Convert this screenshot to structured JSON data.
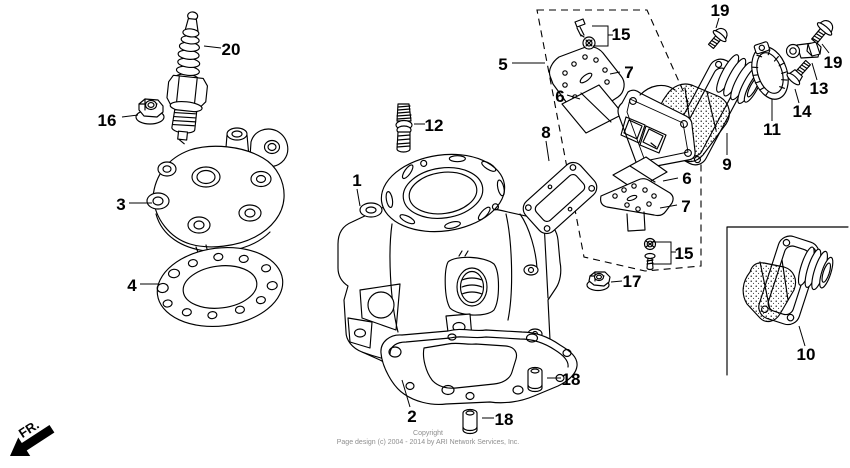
{
  "canvas": {
    "background": "#ffffff",
    "line_color": "#000000",
    "muted_text_color": "#8f8f8f"
  },
  "front_marker": {
    "label": "FR."
  },
  "footer": {
    "line1": "Copyright",
    "line2": "Page design (c) 2004 - 2014 by ARI Network Services, Inc."
  },
  "callouts": [
    {
      "ref": "20"
    },
    {
      "ref": "16"
    },
    {
      "ref": "3"
    },
    {
      "ref": "4"
    },
    {
      "ref": "12"
    },
    {
      "ref": "1"
    },
    {
      "ref": "2"
    },
    {
      "ref": "18"
    },
    {
      "ref": "18"
    },
    {
      "ref": "5"
    },
    {
      "ref": "15"
    },
    {
      "ref": "7"
    },
    {
      "ref": "6"
    },
    {
      "ref": "8"
    },
    {
      "ref": "6"
    },
    {
      "ref": "7"
    },
    {
      "ref": "15"
    },
    {
      "ref": "17"
    },
    {
      "ref": "9"
    },
    {
      "ref": "11"
    },
    {
      "ref": "19"
    },
    {
      "ref": "19"
    },
    {
      "ref": "13"
    },
    {
      "ref": "14"
    },
    {
      "ref": "10"
    }
  ]
}
